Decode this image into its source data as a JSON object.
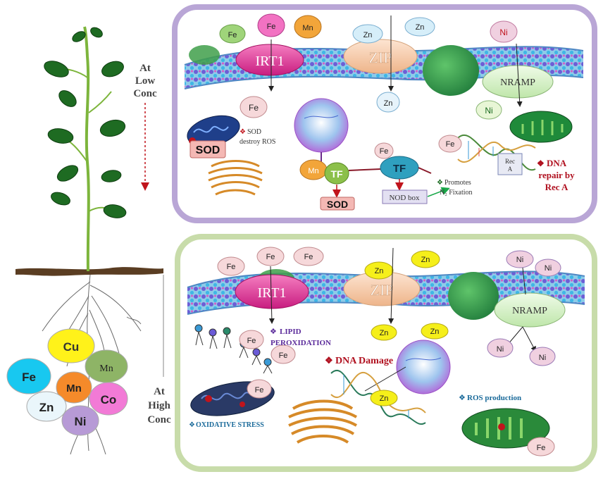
{
  "plant": {
    "low_label_1": "At",
    "low_label_2": "Low",
    "low_label_3": "Conc",
    "high_label_1": "At",
    "high_label_2": "High",
    "high_label_3": "Conc"
  },
  "metals": {
    "cu": "Cu",
    "fe": "Fe",
    "mn": "Mn",
    "zn": "Zn",
    "ni": "Ni",
    "co": "Co"
  },
  "top": {
    "fe1": "Fe",
    "fe2": "Fe",
    "mn1": "Mn",
    "zn1": "Zn",
    "zn2": "Zn",
    "ni1": "Ni",
    "irt1": "IRT1",
    "zip": "ZIP",
    "nramp": "NRAMP",
    "fe_in": "Fe",
    "zn_in": "Zn",
    "ni_in": "Ni",
    "sod_note_1": "SOD",
    "sod_note_2": "destroy ROS",
    "sod_box": "SOD",
    "mn_tf": "Mn",
    "tf1": "TF",
    "tf2": "TF",
    "fe_tf": "Fe",
    "sod_bottom": "SOD",
    "nod_box": "NOD box",
    "promotes_1": "Promotes",
    "promotes_2": "N₂ Fixation",
    "fe_dna": "Fe",
    "rec_1": "Rec",
    "rec_2": "A",
    "dna_1": "DNA",
    "dna_2": "repair by",
    "dna_3": "Rec A"
  },
  "bottom": {
    "fe1": "Fe",
    "fe2": "Fe",
    "fe3": "Fe",
    "zn1": "Zn",
    "zn2": "Zn",
    "ni1": "Ni",
    "ni2": "Ni",
    "irt1": "IRT1",
    "zip": "ZIP",
    "nramp": "NRAMP",
    "zn_in1": "Zn",
    "zn_in2": "Zn",
    "ni_in1": "Ni",
    "ni_in2": "Ni",
    "fe_lipid1": "Fe",
    "fe_lipid2": "Fe",
    "lipid_1": "LIPID",
    "lipid_2": "PEROXIDATION",
    "dna_damage": "DNA Damage",
    "fe_mito": "Fe",
    "oxidative": "OXIDATIVE STRESS",
    "zn_dna": "Zn",
    "ros": "ROS production",
    "fe_chloro": "Fe"
  },
  "colors": {
    "top_border": "#b9a6d6",
    "bottom_border": "#c8dcaa",
    "irt1": "#e0399a",
    "zip": "#f5c9a6",
    "nramp": "#d7f2c9",
    "fe": "#f6d8da",
    "zn": "#e6f3fb",
    "ni": "#f0d0e0",
    "mn": "#f2a53a",
    "tf": "#2fa0bf",
    "dna_red": "#b0101f",
    "sod_box": "#f4b8b4"
  }
}
